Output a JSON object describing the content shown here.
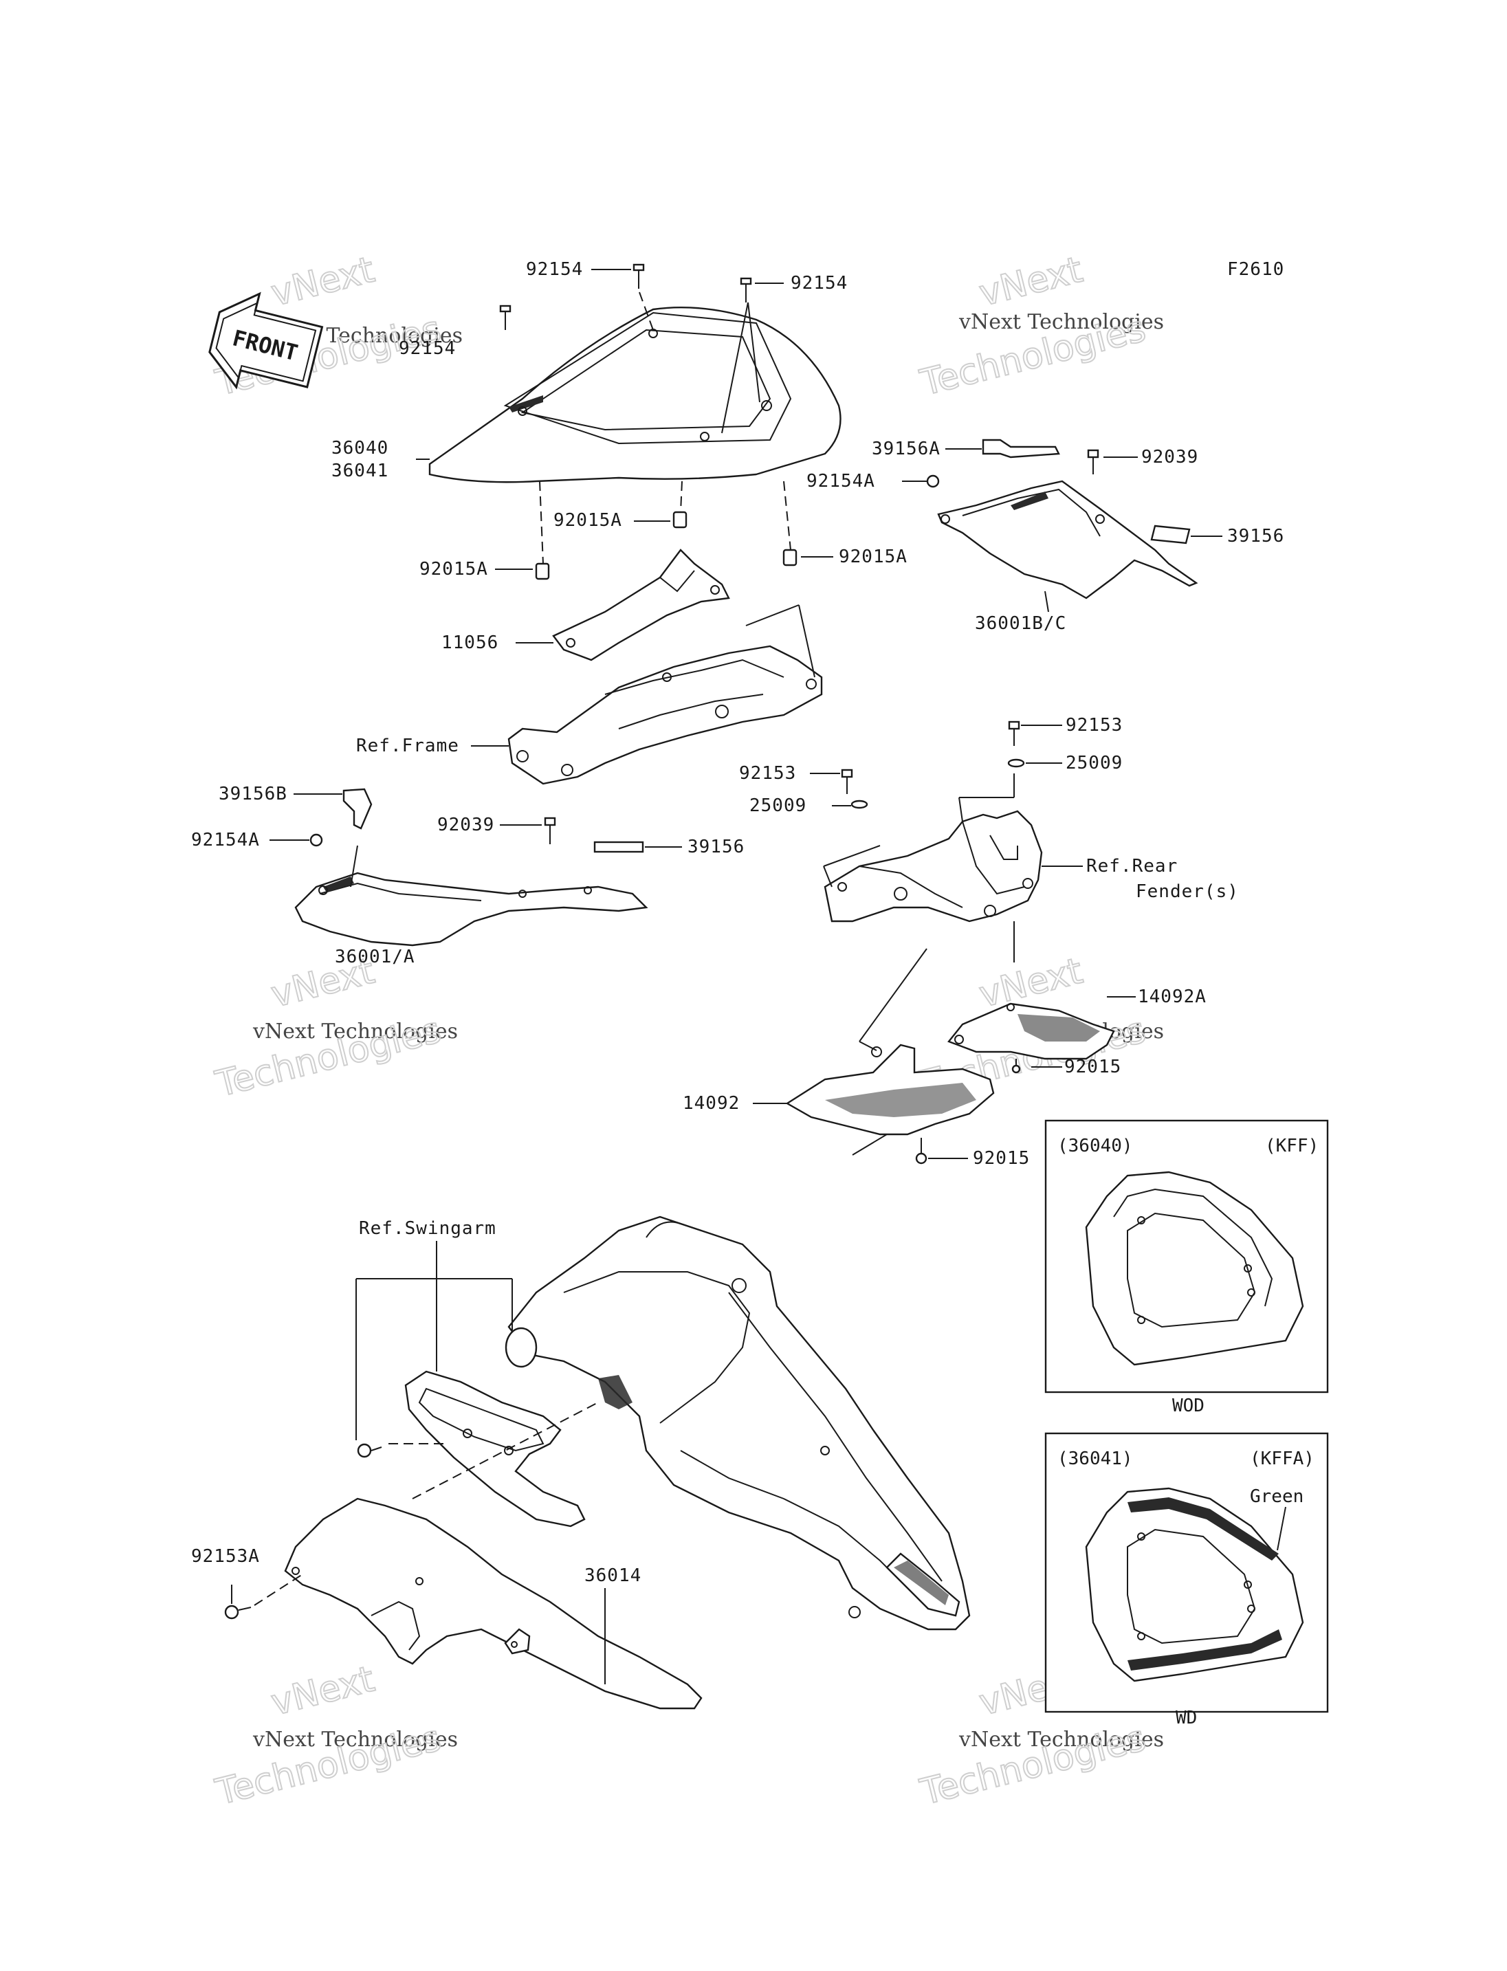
{
  "figure_code": "F2610",
  "front_label": "FRONT",
  "watermark": {
    "line1": "vNext",
    "line2": "vNext Technologies",
    "line3": "Technologies"
  },
  "labels": {
    "p92154_top_left": "92154",
    "p92154_top_right": "92154",
    "p92154_left": "92154",
    "p36040": "36040",
    "p36041": "36041",
    "p92015A_center": "92015A",
    "p92015A_left": "92015A",
    "p92015A_right": "92015A",
    "p11056": "11056",
    "ref_frame": "Ref.Frame",
    "p39156A": "39156A",
    "p92039_right": "92039",
    "p92154A_right": "92154A",
    "p39156_right": "39156",
    "p36001BC": "36001B/C",
    "p39156B": "39156B",
    "p92154A_left": "92154A",
    "p92039_left": "92039",
    "p39156_left": "39156",
    "p36001A": "36001/A",
    "p92153_upper": "92153",
    "p25009_upper": "25009",
    "p92153_lower": "92153",
    "p25009_lower": "25009",
    "ref_rear_fender_1": "Ref.Rear",
    "ref_rear_fender_2": "Fender(s)",
    "p14092A": "14092A",
    "p92015_upper": "92015",
    "p14092": "14092",
    "p92015_lower": "92015",
    "ref_swingarm": "Ref.Swingarm",
    "p92153A": "92153A",
    "p36014": "36014"
  },
  "inset_wod": {
    "part": "(36040)",
    "model": "(KFF)",
    "caption": "WOD"
  },
  "inset_wd": {
    "part": "(36041)",
    "model": "(KFFA)",
    "color_note": "Green",
    "caption": "WD"
  }
}
